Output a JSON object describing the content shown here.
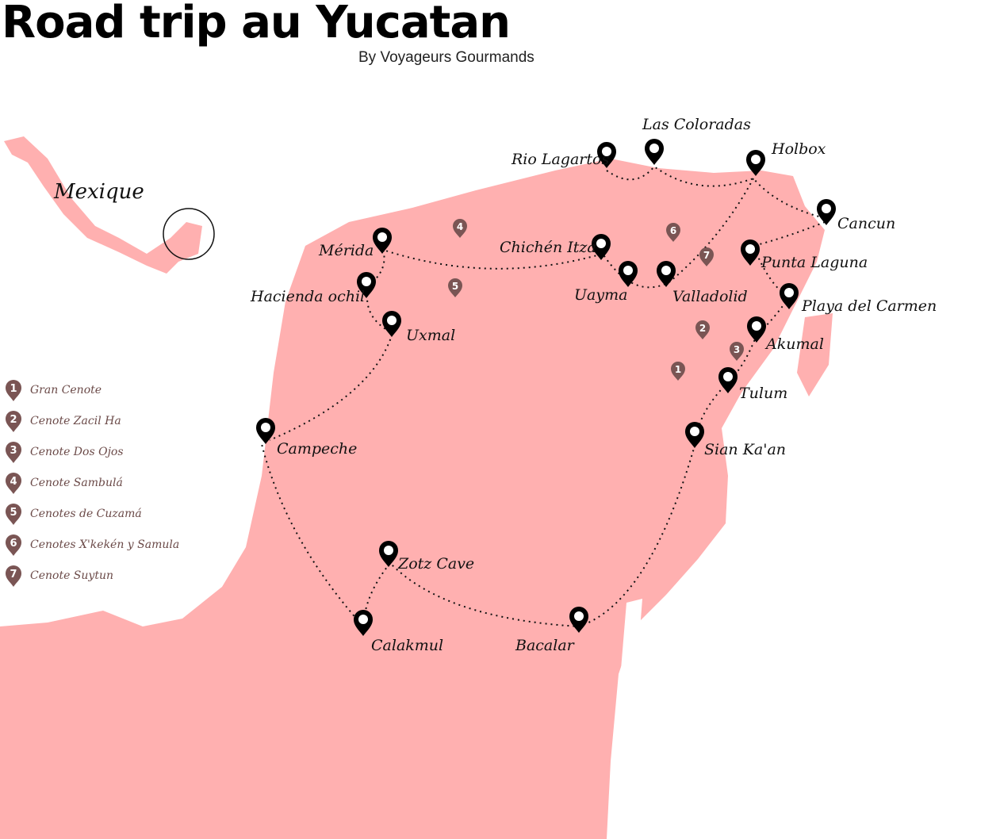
{
  "header": {
    "title": "Road trip au Yucatan",
    "subtitle": "By Voyageurs Gourmands"
  },
  "map": {
    "land_color": "#ffb0b0",
    "route_color": "#111111",
    "cenote_pin_color": "#7a5554",
    "country_label": "Mexique",
    "places": [
      "Rio Lagartos",
      "Las Coloradas",
      "Holbox",
      "Cancun",
      "Mérida",
      "Chichén Itzá",
      "Punta Laguna",
      "Hacienda ochil",
      "Uayma",
      "Valladolid",
      "Playa del Carmen",
      "Uxmal",
      "Akumal",
      "Tulum",
      "Campeche",
      "Sian Ka'an",
      "Zotz Cave",
      "Calakmul",
      "Bacalar"
    ],
    "cenote_numbers": [
      "1",
      "2",
      "3",
      "4",
      "5",
      "6",
      "7"
    ]
  },
  "legend": {
    "items": [
      {
        "num": "1",
        "label": "Gran Cenote"
      },
      {
        "num": "2",
        "label": "Cenote Zacil Ha"
      },
      {
        "num": "3",
        "label": "Cenote Dos Ojos"
      },
      {
        "num": "4",
        "label": "Cenote Sambulá"
      },
      {
        "num": "5",
        "label": "Cenotes de Cuzamá"
      },
      {
        "num": "6",
        "label": "Cenotes X'kekén y Samula"
      },
      {
        "num": "7",
        "label": "Cenote Suytun"
      }
    ]
  }
}
